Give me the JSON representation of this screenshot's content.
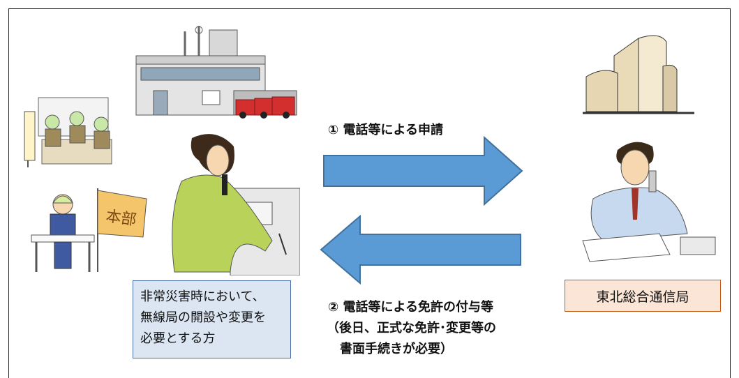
{
  "labels": {
    "request": "① 電話等による申請",
    "grant_lines": [
      "② 電話等による免許の付与等",
      "（後日、正式な免許･変更等の",
      "書面手続きが必要）"
    ]
  },
  "applicant": {
    "lines": [
      "非常災害時において、",
      "無線局の開設や変更を",
      "必要とする方"
    ]
  },
  "bureau": {
    "name": "東北総合通信局"
  },
  "sign_text": "本部",
  "colors": {
    "arrow_fill": "#5b9bd5",
    "arrow_stroke": "#41719c",
    "applicant_box_fill": "#dce6f2",
    "bureau_box_fill": "#fbe5d6",
    "bureau_box_border": "#c55a11"
  }
}
